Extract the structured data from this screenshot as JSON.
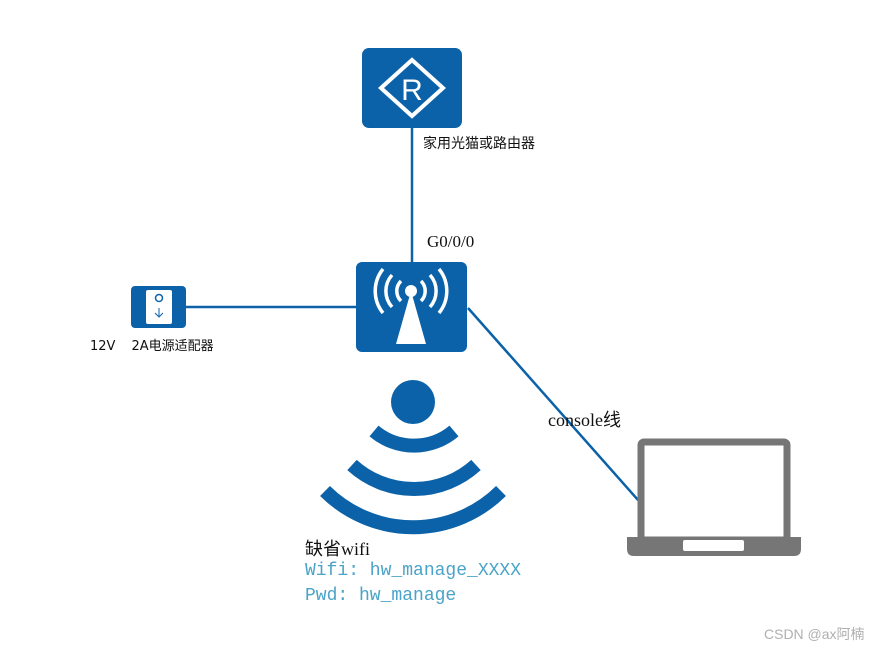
{
  "colors": {
    "primary_blue": "#0b62a8",
    "laptop_gray": "#767676",
    "annotation_cyan": "#4aa3c8"
  },
  "icons": {
    "router": "router-r-icon",
    "ap": "wireless-ap-icon",
    "adapter": "power-adapter-icon",
    "wifi": "wifi-signal-icon",
    "laptop": "laptop-icon"
  },
  "router": {
    "label": "家用光猫或路由器",
    "glyph": "R"
  },
  "ap": {
    "uplink_port": "G0/0/0"
  },
  "adapter": {
    "voltage": "12V",
    "spec": "2A电源适配器"
  },
  "console": {
    "label": "console线"
  },
  "wifi": {
    "title": "缺省wifi",
    "ssid_line": "Wifi: hw_manage_XXXX",
    "pwd_line": "Pwd: hw_manage"
  },
  "watermark": "CSDN @ax阿楠"
}
